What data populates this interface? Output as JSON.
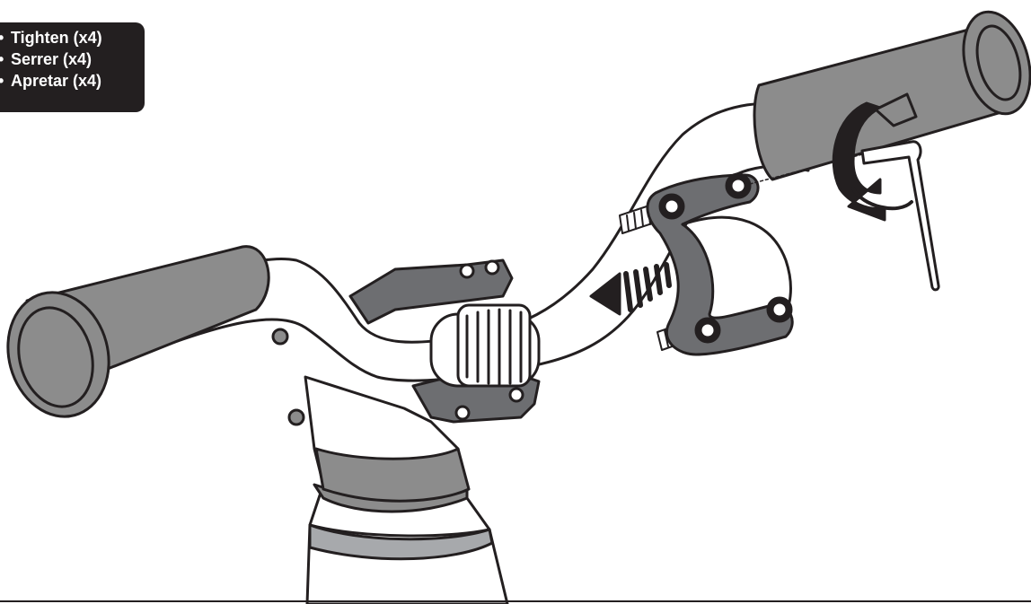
{
  "instruction_box": {
    "bullet": "•",
    "lines": [
      "Tighten (x4)",
      "Serrer (x4)",
      "Apretar (x4)"
    ]
  },
  "colors": {
    "grip": "#8c8c8c",
    "dark_part": "#6d6e71",
    "outline": "#231f20",
    "fill": "#ffffff",
    "stem": "#a7a9ac"
  },
  "icons": [
    "hex-key-icon",
    "rotation-arrow-icon",
    "insert-direction-arrow-icon"
  ]
}
